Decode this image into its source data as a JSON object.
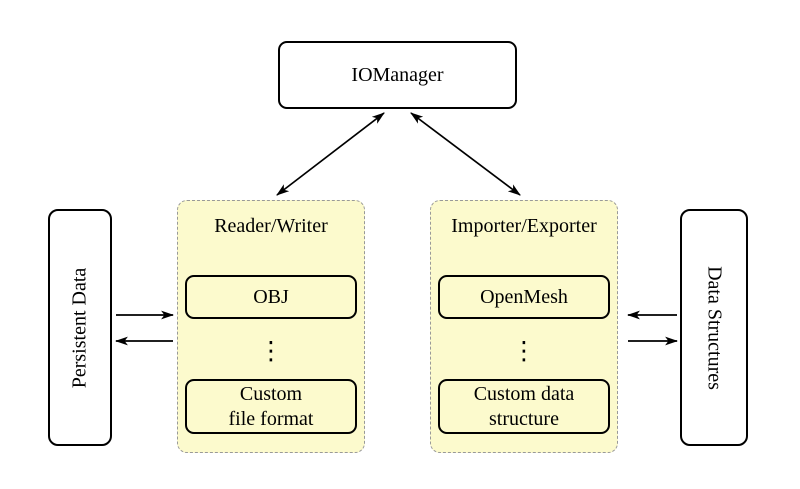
{
  "colors": {
    "background": "#ffffff",
    "group_fill": "#FCFACD",
    "group_border": "#999999",
    "node_fill": "#ffffff",
    "node_border": "#000000",
    "arrow": "#000000"
  },
  "nodes": {
    "iomanager": "IOManager",
    "persistent_data": "Persistent Data",
    "data_structures": "Data Structures"
  },
  "groups": [
    {
      "title": "Reader/Writer",
      "item_top": "OBJ",
      "dots": "⋮",
      "item_bottom_line1": "Custom",
      "item_bottom_line2": "file format"
    },
    {
      "title": "Importer/Exporter",
      "item_top": "OpenMesh",
      "dots": "⋮",
      "item_bottom_line1": "Custom data",
      "item_bottom_line2": "structure"
    }
  ],
  "connections": [
    {
      "from": "IOManager",
      "to": "Reader/Writer",
      "type": "bidirectional"
    },
    {
      "from": "IOManager",
      "to": "Importer/Exporter",
      "type": "bidirectional"
    },
    {
      "from": "Persistent Data",
      "to": "Reader/Writer",
      "type": "forward"
    },
    {
      "from": "Reader/Writer",
      "to": "Persistent Data",
      "type": "forward"
    },
    {
      "from": "Data Structures",
      "to": "Importer/Exporter",
      "type": "forward"
    },
    {
      "from": "Importer/Exporter",
      "to": "Data Structures",
      "type": "forward"
    }
  ]
}
